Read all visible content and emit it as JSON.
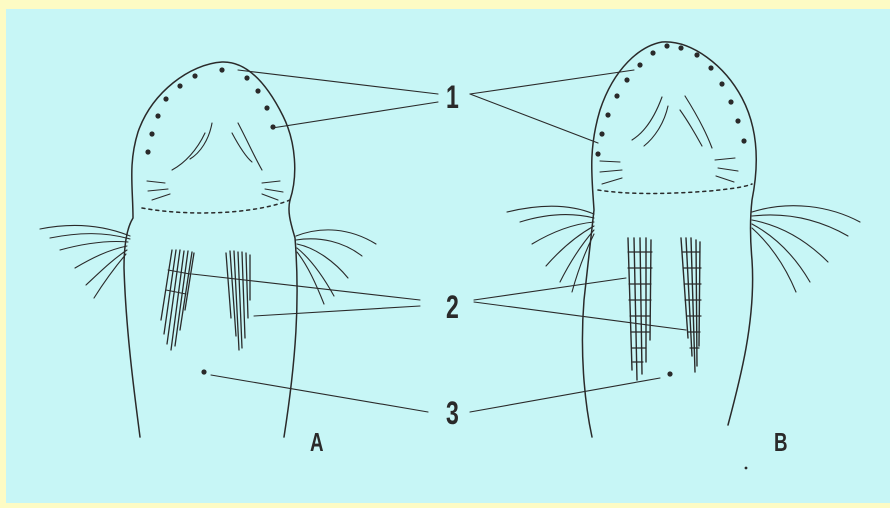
{
  "figure": {
    "callouts": [
      "1",
      "2",
      "3"
    ],
    "specimens": [
      {
        "letter": "A"
      },
      {
        "letter": "B"
      }
    ]
  },
  "colors": {
    "background": "#fdfbc4",
    "panel": "#c7f6f6",
    "ink": "#2a2a2a"
  }
}
